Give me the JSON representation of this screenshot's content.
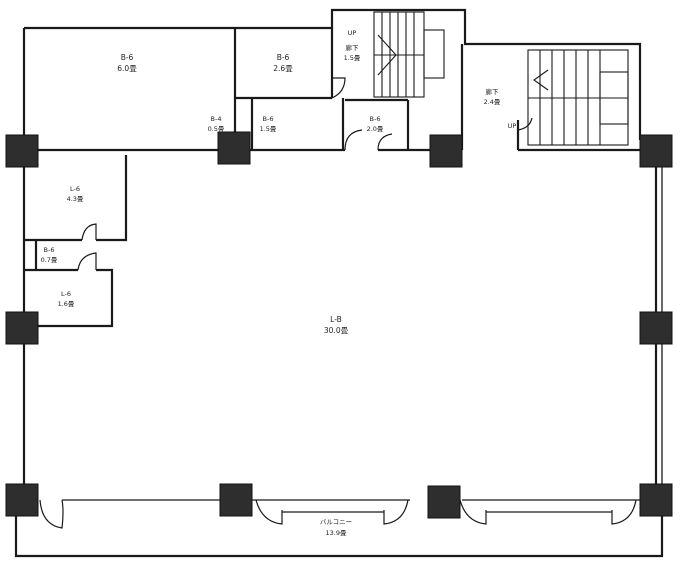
{
  "rooms": [
    {
      "id": "r1",
      "name": "B-6",
      "area": "6.0畳"
    },
    {
      "id": "r2",
      "name": "B-6",
      "area": "2.6畳"
    },
    {
      "id": "r3",
      "name": "廊下",
      "area": "1.5畳"
    },
    {
      "id": "r4",
      "name": "B-4",
      "area": "0.5畳"
    },
    {
      "id": "r5",
      "name": "B-6",
      "area": "1.5畳"
    },
    {
      "id": "r6",
      "name": "B-6",
      "area": "2.0畳"
    },
    {
      "id": "r7",
      "name": "廊下",
      "area": "2.4畳"
    },
    {
      "id": "r8",
      "name": "L-6",
      "area": "4.3畳"
    },
    {
      "id": "r9",
      "name": "B-6",
      "area": "0.7畳"
    },
    {
      "id": "r10",
      "name": "L-6",
      "area": "1.6畳"
    },
    {
      "id": "r11",
      "name": "L-B",
      "area": "30.0畳"
    },
    {
      "id": "r12",
      "name": "バルコニー",
      "area": "13.9畳"
    }
  ],
  "stairs": [
    {
      "id": "s1",
      "label": "UP"
    },
    {
      "id": "s2",
      "label": "UP"
    }
  ],
  "colors": {
    "wall": "#1a1a1a",
    "column": "#2e2e2e",
    "background": "#ffffff"
  }
}
